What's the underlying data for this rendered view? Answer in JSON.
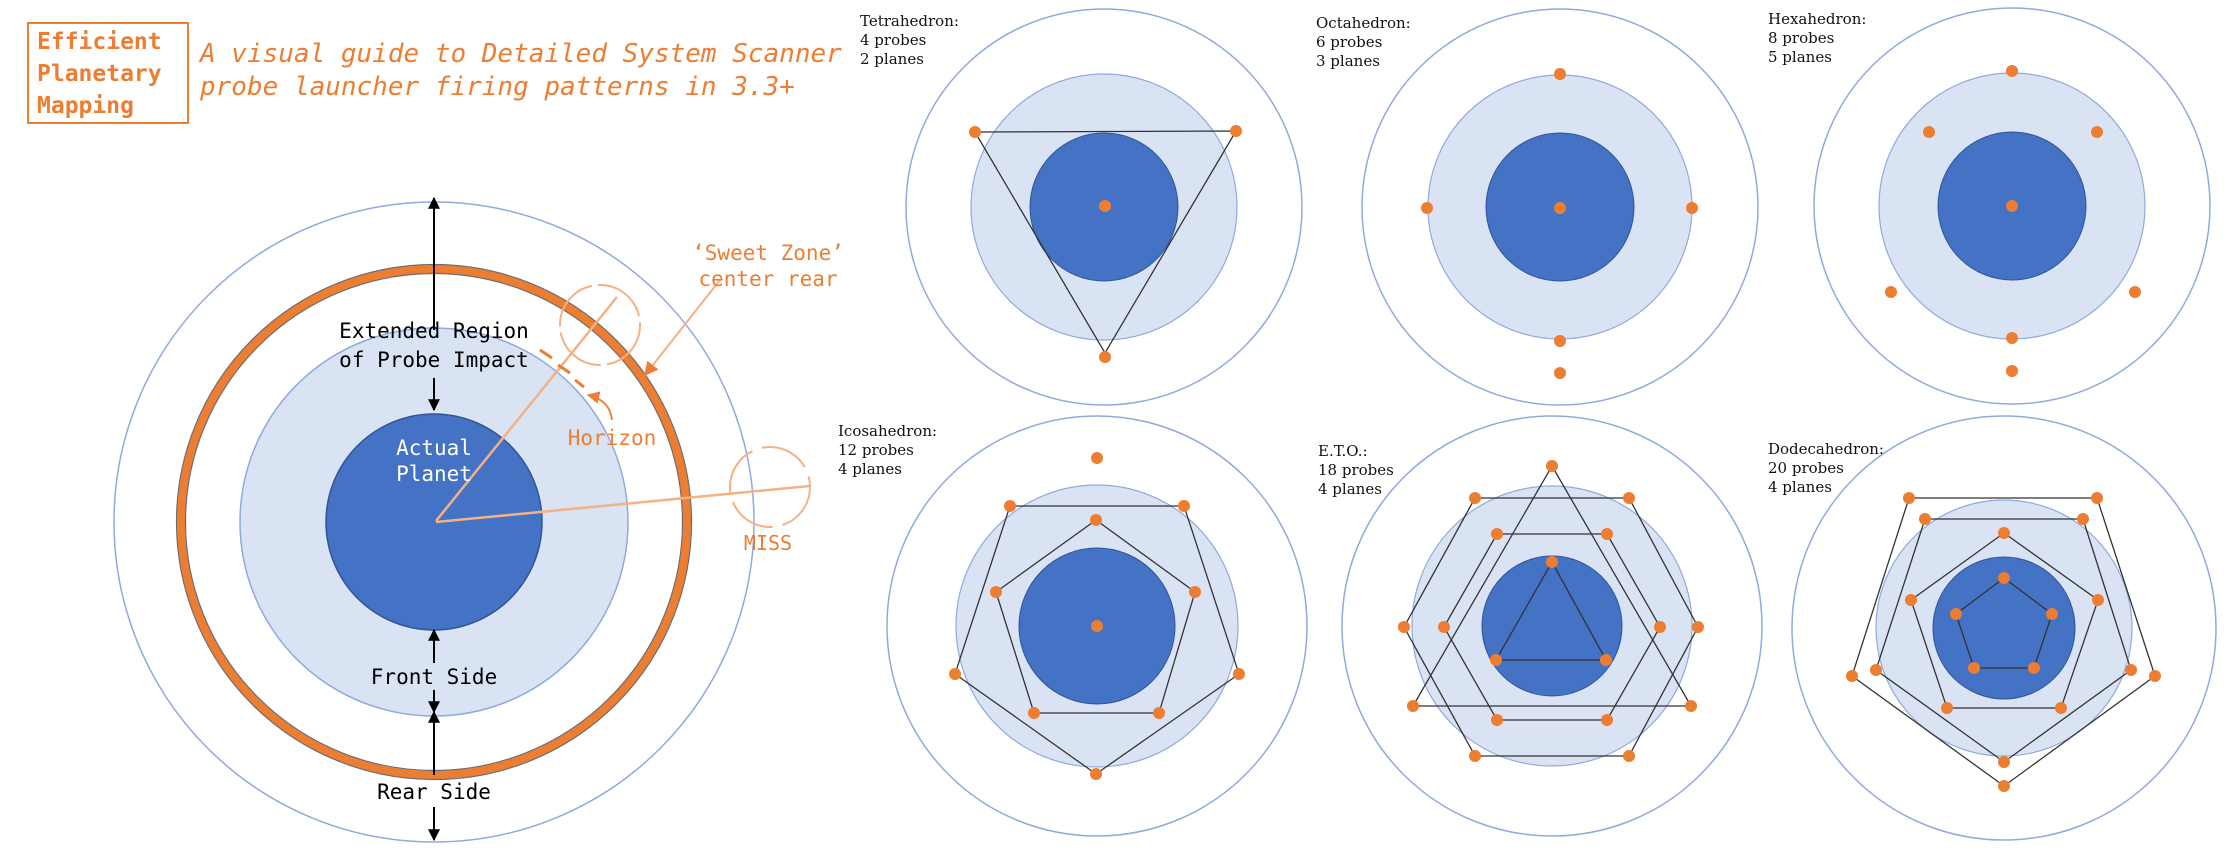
{
  "header": {
    "title_lines": [
      "Efficient",
      "Planetary",
      "Mapping"
    ],
    "subtitle_lines": [
      "A visual guide to Detailed System Scanner",
      "probe launcher firing patterns in 3.3+"
    ]
  },
  "legend": {
    "extended_region_lines": [
      "Extended Region",
      "of Probe Impact"
    ],
    "actual_planet_lines": [
      "Actual",
      "Planet"
    ],
    "front_side": "Front Side",
    "rear_side": "Rear Side",
    "sweet_zone_lines": [
      "‘Sweet Zone’",
      "center rear"
    ],
    "horizon": "Horizon",
    "miss": "MISS"
  },
  "colors": {
    "accent": "#ED7D31",
    "planet": "#4472C4",
    "region": "#DAE3F3",
    "outline": "#8FAADC",
    "line": "#333333"
  },
  "patterns": [
    {
      "name": "Tetrahedron:",
      "probes": "4 probes",
      "planes": "2 planes"
    },
    {
      "name": "Octahedron:",
      "probes": "6 probes",
      "planes": "3 planes"
    },
    {
      "name": "Hexahedron:",
      "probes": "8 probes",
      "planes": "5 planes"
    },
    {
      "name": "Icosahedron:",
      "probes": "12 probes",
      "planes": "4 planes"
    },
    {
      "name": "E.T.O.:",
      "probes": "18 probes",
      "planes": "4 planes"
    },
    {
      "name": "Dodecahedron:",
      "probes": "20 probes",
      "planes": "4 planes"
    }
  ]
}
